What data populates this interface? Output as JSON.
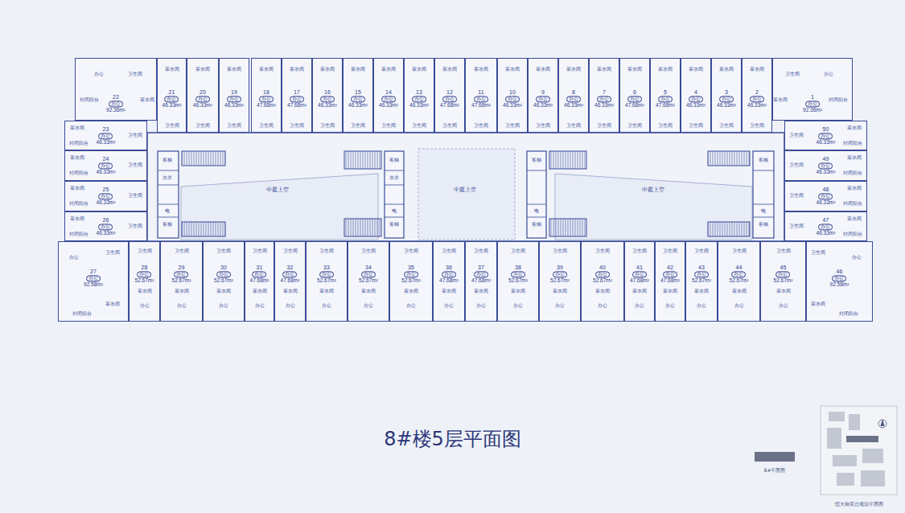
{
  "diagram": {
    "title": "8#楼5层平面图",
    "nodes": [
      {
        "text": [
          "22",
          "办公",
          "92.36m²"
        ]
      },
      {
        "text": [
          "21",
          "办公",
          "46.33m²"
        ]
      },
      {
        "text": [
          "20",
          "办公",
          "46.33m²"
        ]
      },
      {
        "text": [
          "19",
          "办公",
          "46.33m²"
        ]
      },
      {
        "text": [
          "18",
          "办公",
          "47.68m²"
        ]
      },
      {
        "text": [
          "17",
          "办公",
          "47.68m²"
        ]
      },
      {
        "text": [
          "16",
          "办公",
          "46.33m²"
        ]
      },
      {
        "text": [
          "15",
          "办公",
          "46.33m²"
        ]
      },
      {
        "text": [
          "14",
          "办公",
          "46.33m²"
        ]
      },
      {
        "text": [
          "13",
          "办公",
          "46.33m²"
        ]
      },
      {
        "text": [
          "12",
          "办公",
          "47.68m²"
        ]
      },
      {
        "text": [
          "11",
          "办公",
          "47.68m²"
        ]
      },
      {
        "text": [
          "10",
          "办公",
          "46.33m²"
        ]
      },
      {
        "text": [
          "9",
          "办公",
          "46.33m²"
        ]
      },
      {
        "text": [
          "8",
          "办公",
          "46.33m²"
        ]
      },
      {
        "text": [
          "7",
          "办公",
          "46.33m²"
        ]
      },
      {
        "text": [
          "6",
          "办公",
          "47.68m²"
        ]
      },
      {
        "text": [
          "5",
          "办公",
          "47.68m²"
        ]
      },
      {
        "text": [
          "4",
          "办公",
          "46.33m²"
        ]
      },
      {
        "text": [
          "3",
          "办公",
          "46.33m²"
        ]
      },
      {
        "text": [
          "2",
          "办公",
          "46.33m²"
        ]
      },
      {
        "text": [
          "1",
          "办公",
          "92.36m²"
        ]
      },
      {
        "text": [
          "23",
          "办公",
          "46.33m²"
        ]
      },
      {
        "text": [
          "50",
          "办公",
          "46.33m²"
        ]
      },
      {
        "text": [
          "24",
          "办公",
          "46.33m²"
        ]
      },
      {
        "text": [
          "49",
          "办公",
          "46.33m²"
        ]
      },
      {
        "text": [
          "25",
          "办公",
          "46.33m²"
        ]
      },
      {
        "text": [
          "48",
          "办公",
          "46.33m²"
        ]
      },
      {
        "text": [
          "26",
          "办公",
          "46.33m²"
        ]
      },
      {
        "text": [
          "47",
          "办公",
          "46.33m²"
        ]
      },
      {
        "text": [
          "27",
          "办公",
          "92.58m²"
        ]
      },
      {
        "text": [
          "28",
          "办公",
          "52.67m²"
        ]
      },
      {
        "text": [
          "29",
          "办公",
          "52.67m²"
        ]
      },
      {
        "text": [
          "30",
          "办公",
          "52.67m²"
        ]
      },
      {
        "text": [
          "31",
          "办公",
          "47.68m²"
        ]
      },
      {
        "text": [
          "32",
          "办公",
          "47.68m²"
        ]
      },
      {
        "text": [
          "33",
          "办公",
          "52.67m²"
        ]
      },
      {
        "text": [
          "34",
          "办公",
          "52.67m²"
        ]
      },
      {
        "text": [
          "35",
          "办公",
          "52.67m²"
        ]
      },
      {
        "text": [
          "36",
          "办公",
          "47.68m²"
        ]
      },
      {
        "text": [
          "37",
          "办公",
          "47.68m²"
        ]
      },
      {
        "text": [
          "38",
          "办公",
          "52.67m²"
        ]
      },
      {
        "text": [
          "39",
          "办公",
          "52.67m²"
        ]
      },
      {
        "text": [
          "40",
          "办公",
          "52.67m²"
        ]
      },
      {
        "text": [
          "41",
          "办公",
          "47.68m²"
        ]
      },
      {
        "text": [
          "42",
          "办公",
          "47.68m²"
        ]
      },
      {
        "text": [
          "43",
          "办公",
          "52.67m²"
        ]
      },
      {
        "text": [
          "44",
          "办公",
          "52.67m²"
        ]
      },
      {
        "text": [
          "45",
          "办公",
          "52.67m²"
        ]
      },
      {
        "text": [
          "46",
          "办公",
          "92.58m²"
        ]
      }
    ],
    "labels": [
      "中庭上空",
      "中庭上空",
      "中庭上空",
      "客梯",
      "客梯",
      "客梯",
      "客梯",
      "客梯",
      "客梯",
      "客梯",
      "客梯",
      "水井",
      "水井",
      "电",
      "电",
      "电",
      "电",
      "8#平面图",
      "恒大御景总规划平面图",
      "办公",
      "卫生间",
      "茶水间",
      "封闭阳台",
      "茶水间",
      "卫生间",
      "茶水间",
      "卫生间",
      "茶水间",
      "卫生间",
      "茶水间",
      "卫生间",
      "茶水间",
      "卫生间",
      "茶水间",
      "卫生间",
      "茶水间",
      "卫生间",
      "茶水间",
      "卫生间",
      "茶水间",
      "卫生间",
      "茶水间",
      "卫生间",
      "茶水间",
      "卫生间",
      "茶水间",
      "卫生间",
      "茶水间",
      "卫生间",
      "茶水间",
      "卫生间",
      "茶水间",
      "卫生间",
      "茶水间",
      "卫生间",
      "茶水间",
      "卫生间",
      "茶水间",
      "卫生间",
      "茶水间",
      "卫生间",
      "茶水间",
      "卫生间",
      "办公",
      "卫生间",
      "茶水间",
      "封闭阳台",
      "茶水间",
      "卫生间",
      "封闭阳台",
      "茶水间",
      "卫生间",
      "封闭阳台",
      "茶水间",
      "卫生间",
      "封闭阳台",
      "茶水间",
      "卫生间",
      "封闭阳台",
      "茶水间",
      "卫生间",
      "封闭阳台",
      "茶水间",
      "卫生间",
      "封闭阳台",
      "茶水间",
      "卫生间",
      "封闭阳台",
      "茶水间",
      "卫生间",
      "封闭阳台",
      "办公",
      "卫生间",
      "茶水间",
      "封闭阳台",
      "卫生间",
      "茶水间",
      "办公",
      "卫生间",
      "茶水间",
      "办公",
      "卫生间",
      "茶水间",
      "办公",
      "卫生间",
      "茶水间",
      "办公",
      "卫生间",
      "茶水间",
      "办公",
      "卫生间",
      "茶水间",
      "办公",
      "卫生间",
      "茶水间",
      "办公",
      "卫生间",
      "茶水间",
      "办公",
      "卫生间",
      "茶水间",
      "办公",
      "卫生间",
      "茶水间",
      "办公",
      "卫生间",
      "茶水间",
      "办公",
      "卫生间",
      "茶水间",
      "办公",
      "卫生间",
      "茶水间",
      "办公",
      "卫生间",
      "茶水间",
      "办公",
      "卫生间",
      "茶水间",
      "办公",
      "卫生间",
      "茶水间",
      "办公",
      "卫生间",
      "茶水间",
      "办公",
      "卫生间",
      "茶水间",
      "办公",
      "办公",
      "卫生间",
      "茶水间",
      "封闭阳台"
    ]
  }
}
